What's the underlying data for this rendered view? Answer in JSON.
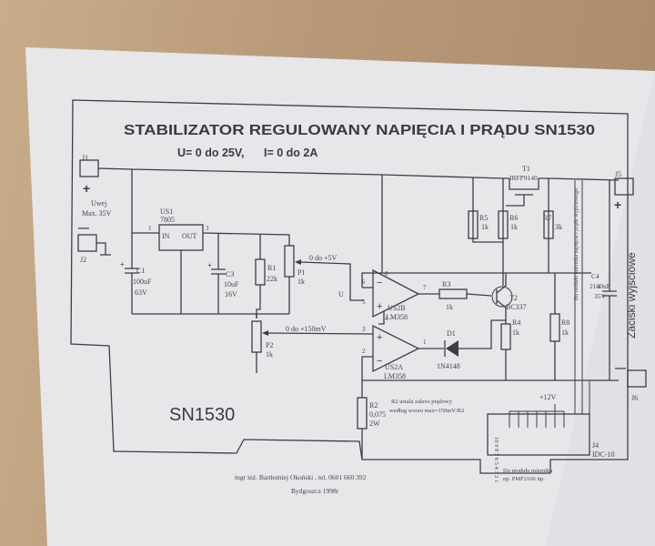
{
  "title": "STABILIZATOR REGULOWANY NAPIĘCIA I PRĄDU SN1530",
  "subtitle_u": "U= 0 do 25V,",
  "subtitle_i": "I= 0 do 2A",
  "board_label": "SN1530",
  "connectors": {
    "j1": "J1",
    "j2": "J2",
    "j5": "J5",
    "j6": "J6",
    "j4": "J4",
    "j4_type": "IDC-10",
    "plus": "+",
    "minus": "—",
    "input_label": "Uwej",
    "input_max": "Max. 35V",
    "output_label": "Zaciski wyjściowe"
  },
  "components": {
    "us1": "US1",
    "us1_part": "7805",
    "us1_in": "IN",
    "us1_out": "OUT",
    "pin1": "1",
    "pin3": "3",
    "c1": "C1",
    "c1_val": "100uF",
    "c1_v": "63V",
    "c3": "C3",
    "c3_val": "10uF",
    "c3_v": "16V",
    "r1": "R1",
    "r1_val": "22k",
    "p1": "P1",
    "p1_val": "1k",
    "p1_range": "0 do +5V",
    "p2": "P2",
    "p2_val": "1k",
    "p2_range": "0 do +150mV",
    "us2b": "US2B",
    "us2b_part": "LM358",
    "us2a": "US2A",
    "us2a_part": "LM358",
    "r3": "R3",
    "r3_val": "1k",
    "d1": "D1",
    "d1_part": "1N4148",
    "t1": "T1",
    "t1_part": "IRFP9140",
    "t2": "T2",
    "t2_part": "BC337",
    "r5": "R5",
    "r5_val": "1k",
    "r6": "R6",
    "r6_val": "1k",
    "r7": "R7",
    "r7_val": "3k",
    "r4": "R4",
    "r4_val": "1k",
    "r8": "R8",
    "r8_val": "1k",
    "c4": "C4",
    "c4_val": "2100uF",
    "c4_v": "35V",
    "r2": "R2",
    "r2_val": "0,075",
    "r2_w": "2W",
    "u_label": "U",
    "plus12": "+12V",
    "pins": [
      "8",
      "6",
      "5",
      "4",
      "7",
      "3",
      "2",
      "1",
      "1"
    ]
  },
  "notes": {
    "r2_note1": "R2 ustala zakres prądowy",
    "r2_note2": "według wzoru max=150mV/R2",
    "vertical_note": "Do modułu miernika napięcia i prądu wyjściowego",
    "meter_note1": "Do modułu miernika",
    "meter_note2": "np. PMF2106 itp."
  },
  "footer": {
    "author": "mgr inż. Bartłomiej Okoński , tel. 0601 660 392",
    "place": "Bydgoszcz 1998r"
  }
}
